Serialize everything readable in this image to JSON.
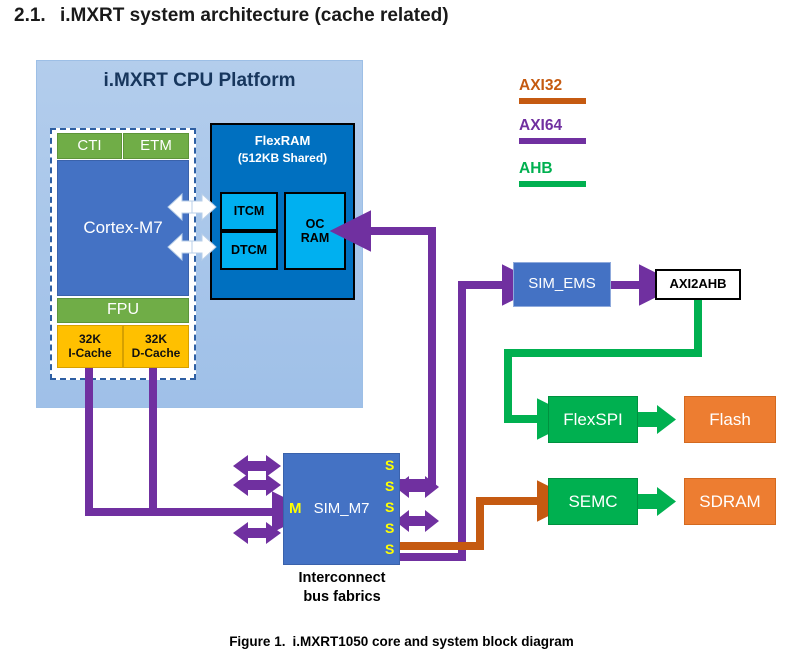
{
  "heading": {
    "number": "2.1.",
    "text": "i.MXRT system architecture (cache related)"
  },
  "caption": {
    "label": "Figure 1.",
    "text": "i.MXRT1050 core and system block diagram"
  },
  "cpu_platform": {
    "title": "i.MXRT CPU Platform",
    "core": {
      "cti": "CTI",
      "etm": "ETM",
      "cpu": "Cortex-M7",
      "fpu": "FPU",
      "icache_size": "32K",
      "icache_name": "I-Cache",
      "dcache_size": "32K",
      "dcache_name": "D-Cache"
    },
    "flexram": {
      "title": "FlexRAM",
      "subtitle": "(512KB Shared)",
      "itcm": "ITCM",
      "dtcm": "DTCM",
      "ocram_line1": "OC",
      "ocram_line2": "RAM"
    }
  },
  "legend": {
    "items": [
      {
        "label": "AXI32",
        "color": "#c55a11"
      },
      {
        "label": "AXI64",
        "color": "#7030a0"
      },
      {
        "label": "AHB",
        "color": "#00b050"
      }
    ]
  },
  "interconnect": {
    "block_label": "SIM_M7",
    "master_port": "M",
    "slave_ports": [
      "S",
      "S",
      "S",
      "S",
      "S"
    ],
    "caption_line1": "Interconnect",
    "caption_line2": "bus fabrics"
  },
  "peripherals": {
    "sim_ems": "SIM_EMS",
    "axi2ahb": "AXI2AHB",
    "flexspi": "FlexSPI",
    "flash": "Flash",
    "semc": "SEMC",
    "sdram": "SDRAM"
  },
  "colors": {
    "platform_bg": "#a8c6ea",
    "core_blue": "#4472c4",
    "flexram_blue": "#0070c0",
    "tcm_blue": "#00b0f0",
    "green": "#70ad47",
    "cache_yellow": "#ffc000",
    "axi32_orange": "#c55a11",
    "axi64_purple": "#7030a0",
    "ahb_green": "#00b050",
    "peripheral_green": "#00b050",
    "memory_orange": "#ed7d31"
  }
}
